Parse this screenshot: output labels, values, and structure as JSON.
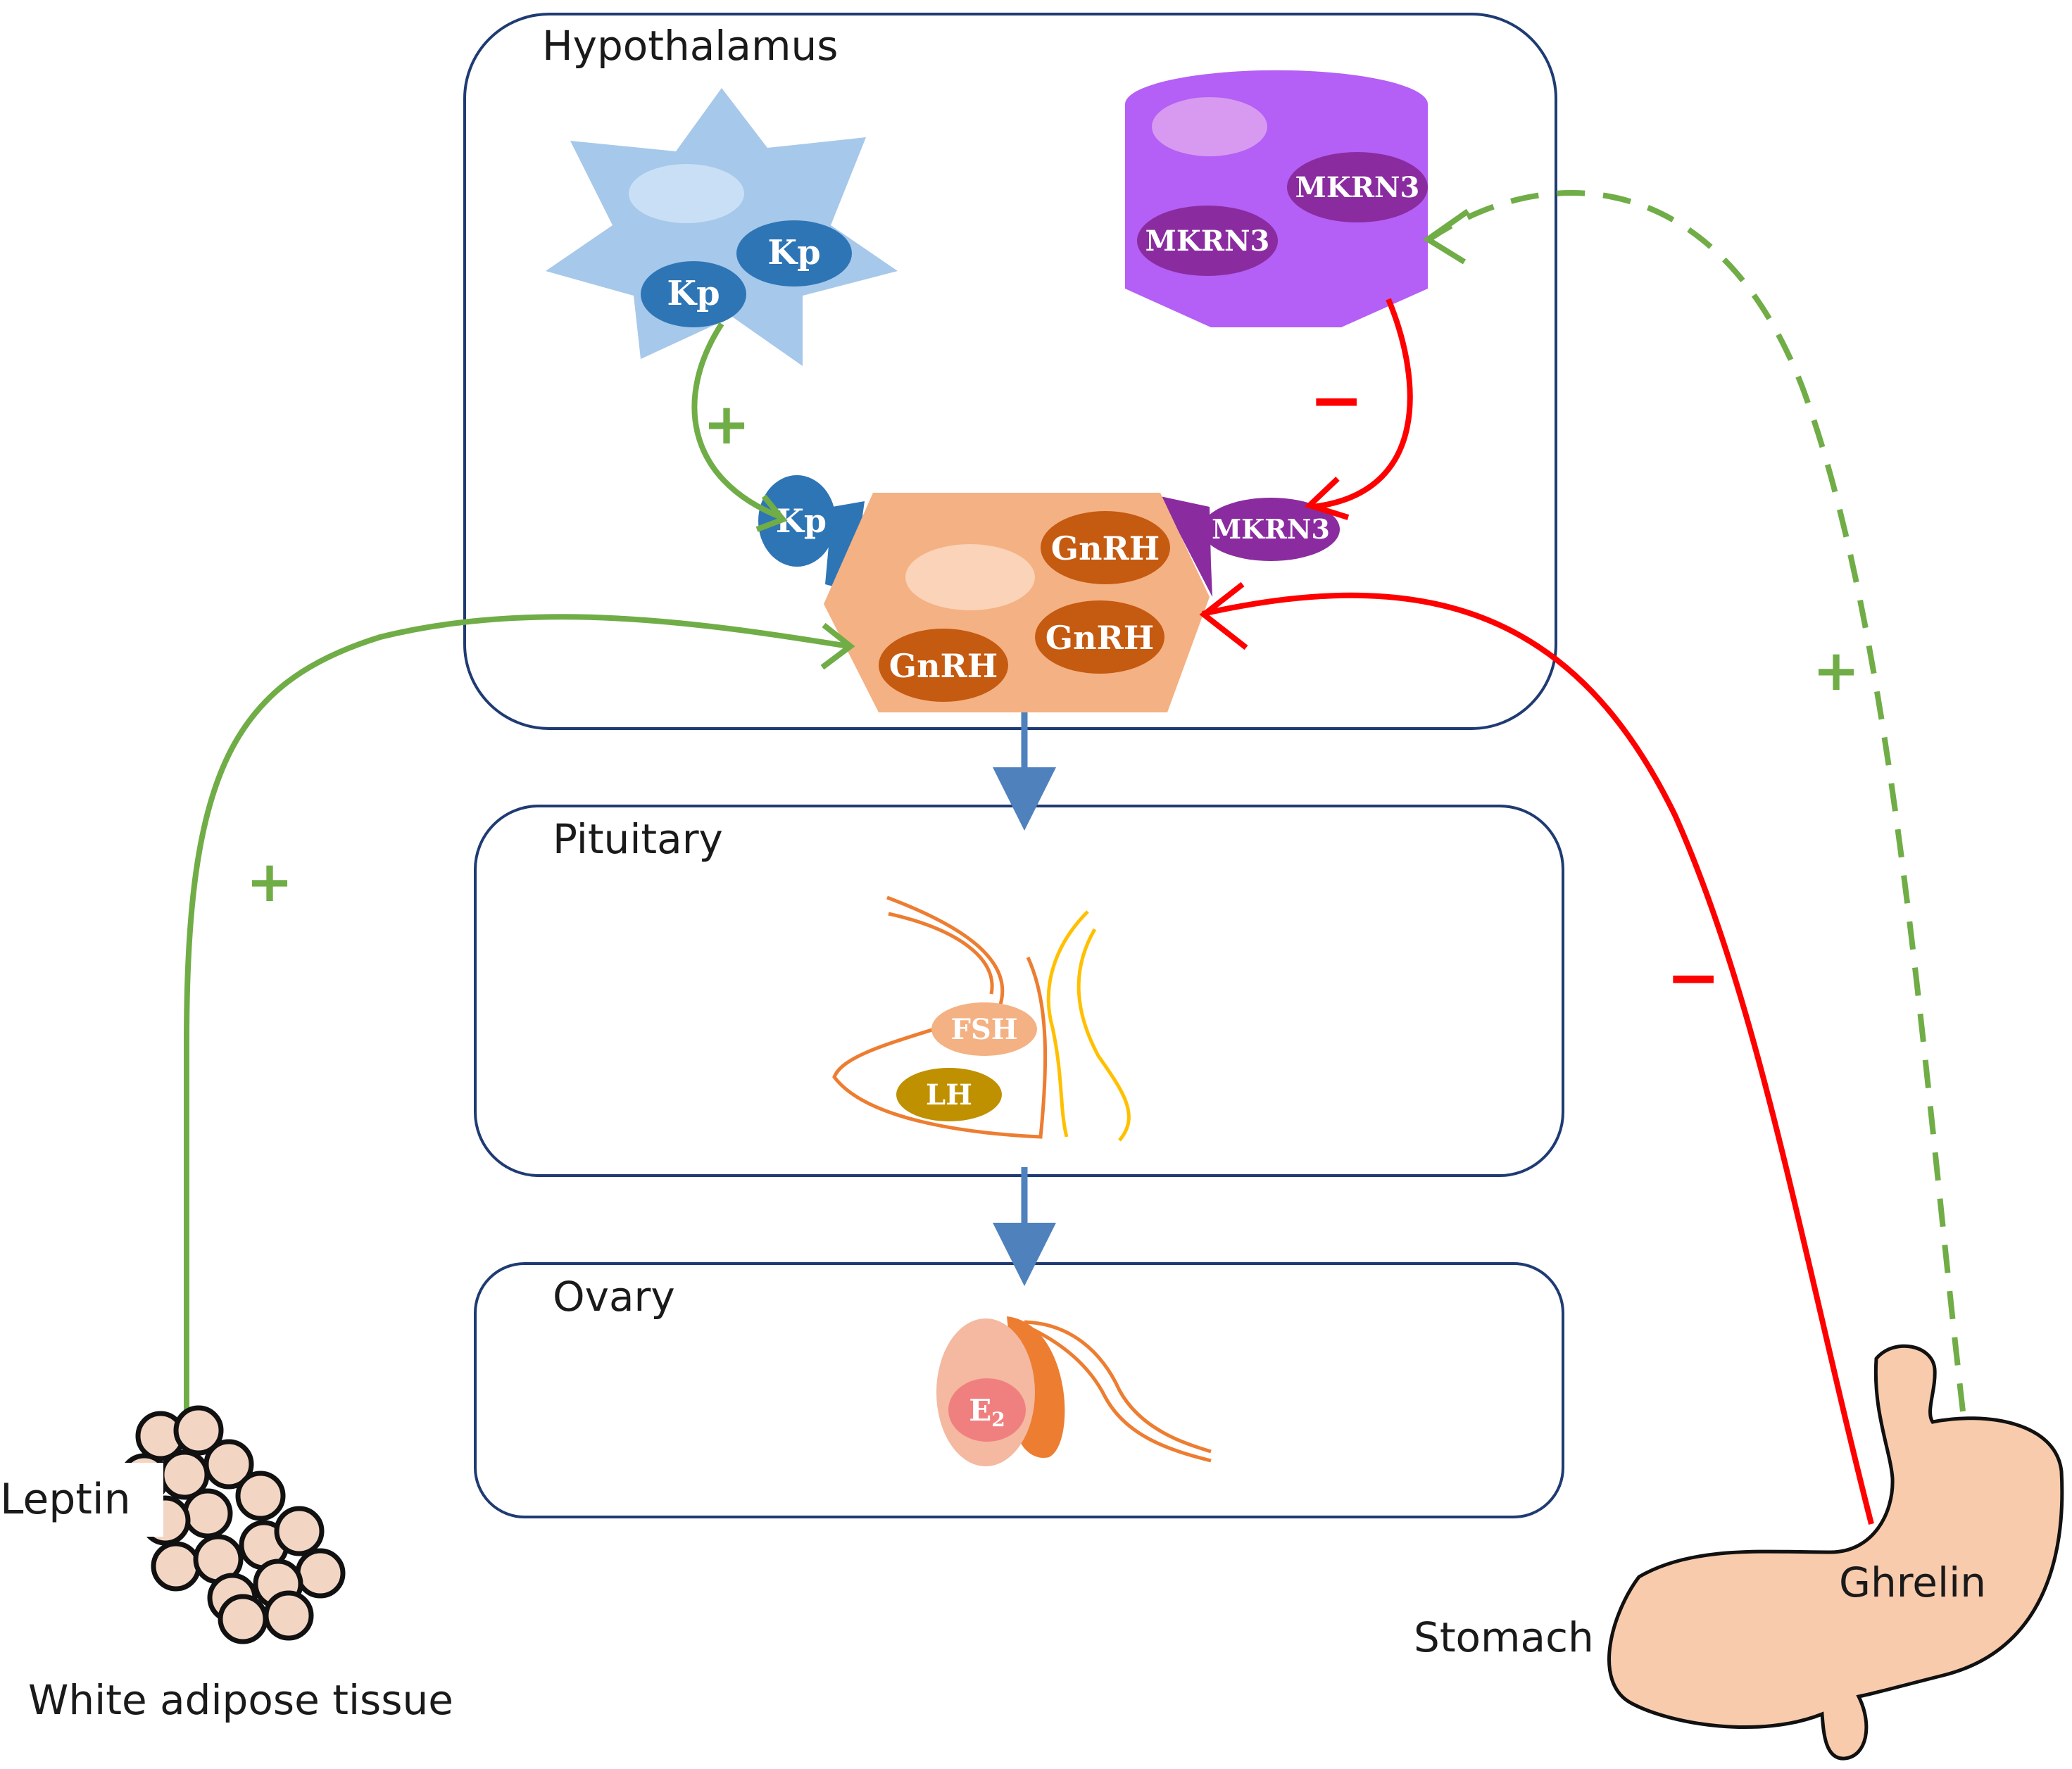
{
  "regions": {
    "hypothalamus": "Hypothalamus",
    "pituitary": "Pituitary",
    "ovary": "Ovary"
  },
  "molecules": {
    "kp": "Kp",
    "mkrn3": "MKRN3",
    "gnrh": "GnRH",
    "fsh": "FSH",
    "lh": "LH",
    "e2_base": "E",
    "e2_sub": "2"
  },
  "tissues": {
    "leptin": "Leptin",
    "white_adipose": "White adipose tissue",
    "stomach": "Stomach",
    "ghrelin": "Ghrelin"
  },
  "signs": {
    "plus": "+",
    "minus": "−"
  },
  "colors": {
    "region_border": "#1f3b73",
    "stimulate": "#70ad47",
    "inhibit": "#ff0000",
    "kp_cell": "#a6c8ea",
    "kp_molecule": "#2e75b6",
    "mkrn3_cell": "#b45ff5",
    "mkrn3_molecule": "#8a2ca0",
    "gnrh_cell": "#f4b183",
    "gnrh_molecule": "#c55a11",
    "axis_arrow": "#4f81bd",
    "stomach": "#f8cbad"
  }
}
